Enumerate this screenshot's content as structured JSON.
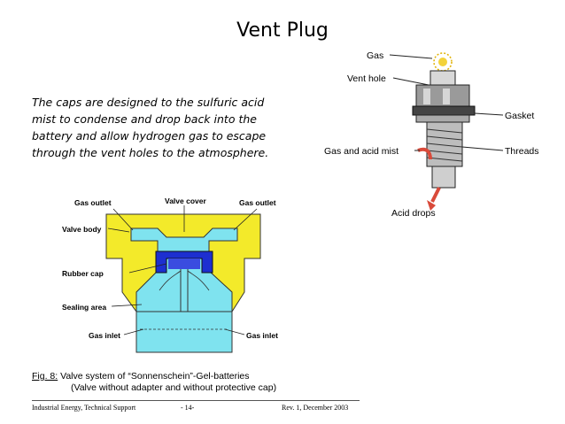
{
  "slide": {
    "title": "Vent Plug",
    "description_lines": [
      "The caps are designed to the sulfuric acid",
      "mist to condense and drop back into the",
      "battery and allow hydrogen gas to escape",
      "through the vent holes to the atmosphere."
    ]
  },
  "vent_plug_diagram": {
    "labels": {
      "gas": "Gas",
      "vent_hole": "Vent hole",
      "gasket": "Gasket",
      "threads": "Threads",
      "gas_and_acid_mist": "Gas and acid mist",
      "acid_drops": "Acid drops"
    }
  },
  "valve_diagram": {
    "labels": {
      "gas_outlet_left": "Gas outlet",
      "valve_cover": "Valve cover",
      "gas_outlet_right": "Gas outlet",
      "valve_body": "Valve body",
      "rubber_cap": "Rubber cap",
      "sealing_area": "Sealing area",
      "gas_inlet_left": "Gas inlet",
      "gas_inlet_right": "Gas inlet"
    },
    "caption_prefix": "Fig. 8:",
    "caption_line1": "Valve system of “Sonnenschein”-Gel-batteries",
    "caption_line2": "(Valve without adapter and without protective cap)",
    "colors": {
      "body": "#f3ea2a",
      "cover": "#7fe3ef",
      "cap": "#1d2fd0"
    }
  },
  "footer": {
    "left": "Industrial Energy, Technical Support",
    "center": "- 14-",
    "right": "Rev. 1, December 2003"
  }
}
